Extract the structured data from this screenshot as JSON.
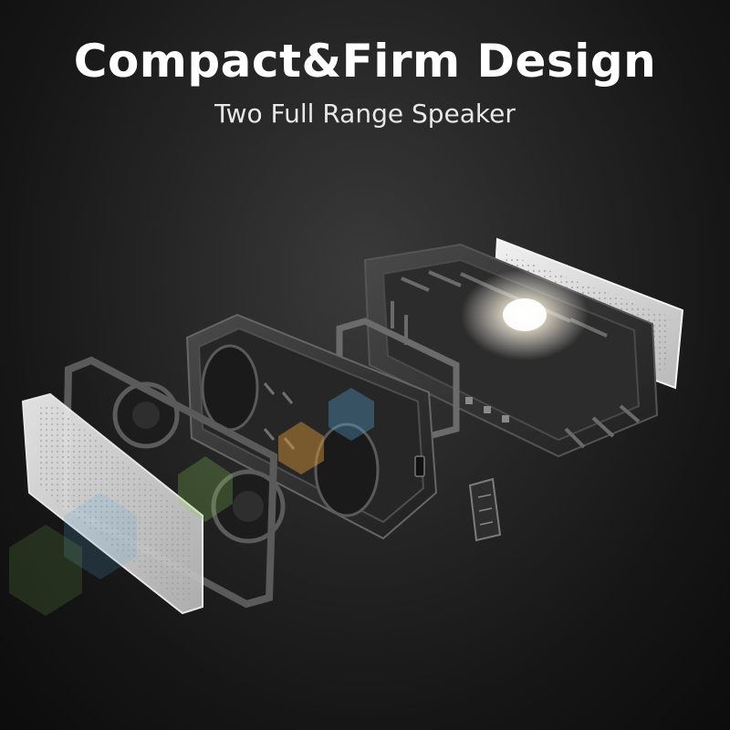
{
  "banner": {
    "title": "Compact&Firm Design",
    "subtitle": "Two Full Range Speaker"
  },
  "parts": [
    "front-grille-left",
    "front-frame",
    "driver-left",
    "driver-right",
    "speaker-enclosure",
    "rubber-gasket",
    "rear-housing",
    "rear-grille-right",
    "battery-module"
  ],
  "colors": {
    "background": "#1e1e1e",
    "text": "#ffffff",
    "housing": "#3a3a3a",
    "grille": "#d8d8d8",
    "flare_blue": "#5aa8d8",
    "flare_orange": "#e09a3a",
    "flare_green": "#8fcf5a"
  }
}
